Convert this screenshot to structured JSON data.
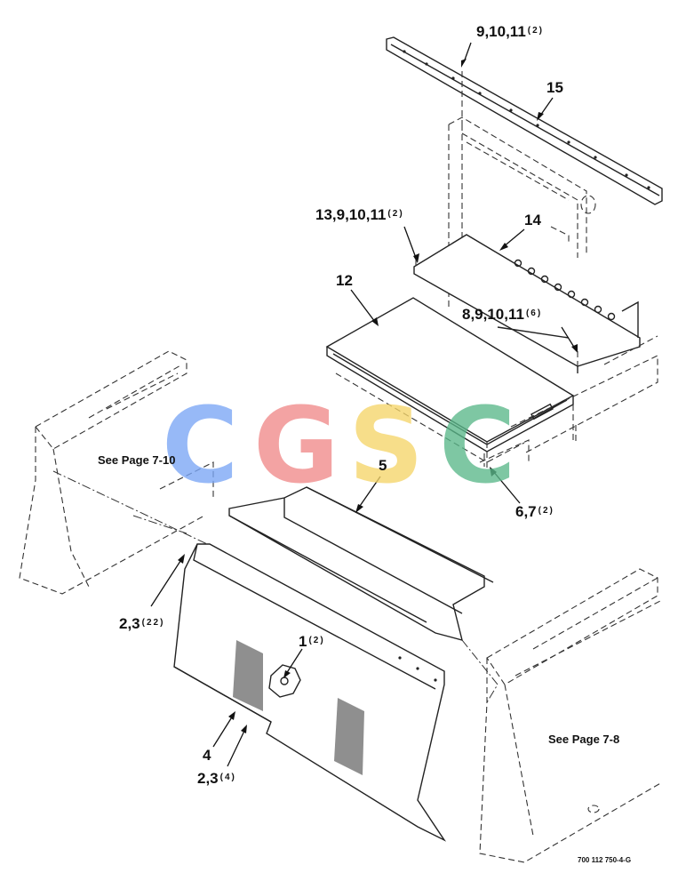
{
  "callouts": [
    {
      "id": "c1",
      "text": "9,10,11",
      "qty": "(2)"
    },
    {
      "id": "c2",
      "text": "15",
      "qty": ""
    },
    {
      "id": "c3",
      "text": "13,9,10,11",
      "qty": "(2)"
    },
    {
      "id": "c4",
      "text": "14",
      "qty": ""
    },
    {
      "id": "c5",
      "text": "12",
      "qty": ""
    },
    {
      "id": "c6",
      "text": "8,9,10,11",
      "qty": "(6)"
    },
    {
      "id": "c7",
      "text": "5",
      "qty": ""
    },
    {
      "id": "c8",
      "text": "6,7",
      "qty": "(2)"
    },
    {
      "id": "c9",
      "text": "2,3",
      "qty": "(22)"
    },
    {
      "id": "c10",
      "text": "1",
      "qty": "(2)"
    },
    {
      "id": "c11",
      "text": "4",
      "qty": ""
    },
    {
      "id": "c12",
      "text": "2,3",
      "qty": "(4)"
    }
  ],
  "references": {
    "left": "See Page 7-10",
    "right": "See Page 7-8"
  },
  "drawing_number": "700 112 750-4-G",
  "watermark": {
    "letters": [
      "C",
      "G",
      "S",
      "C"
    ],
    "colors": [
      "#7aa6f5",
      "#f08a8a",
      "#f5d56a",
      "#5ab88a"
    ]
  }
}
